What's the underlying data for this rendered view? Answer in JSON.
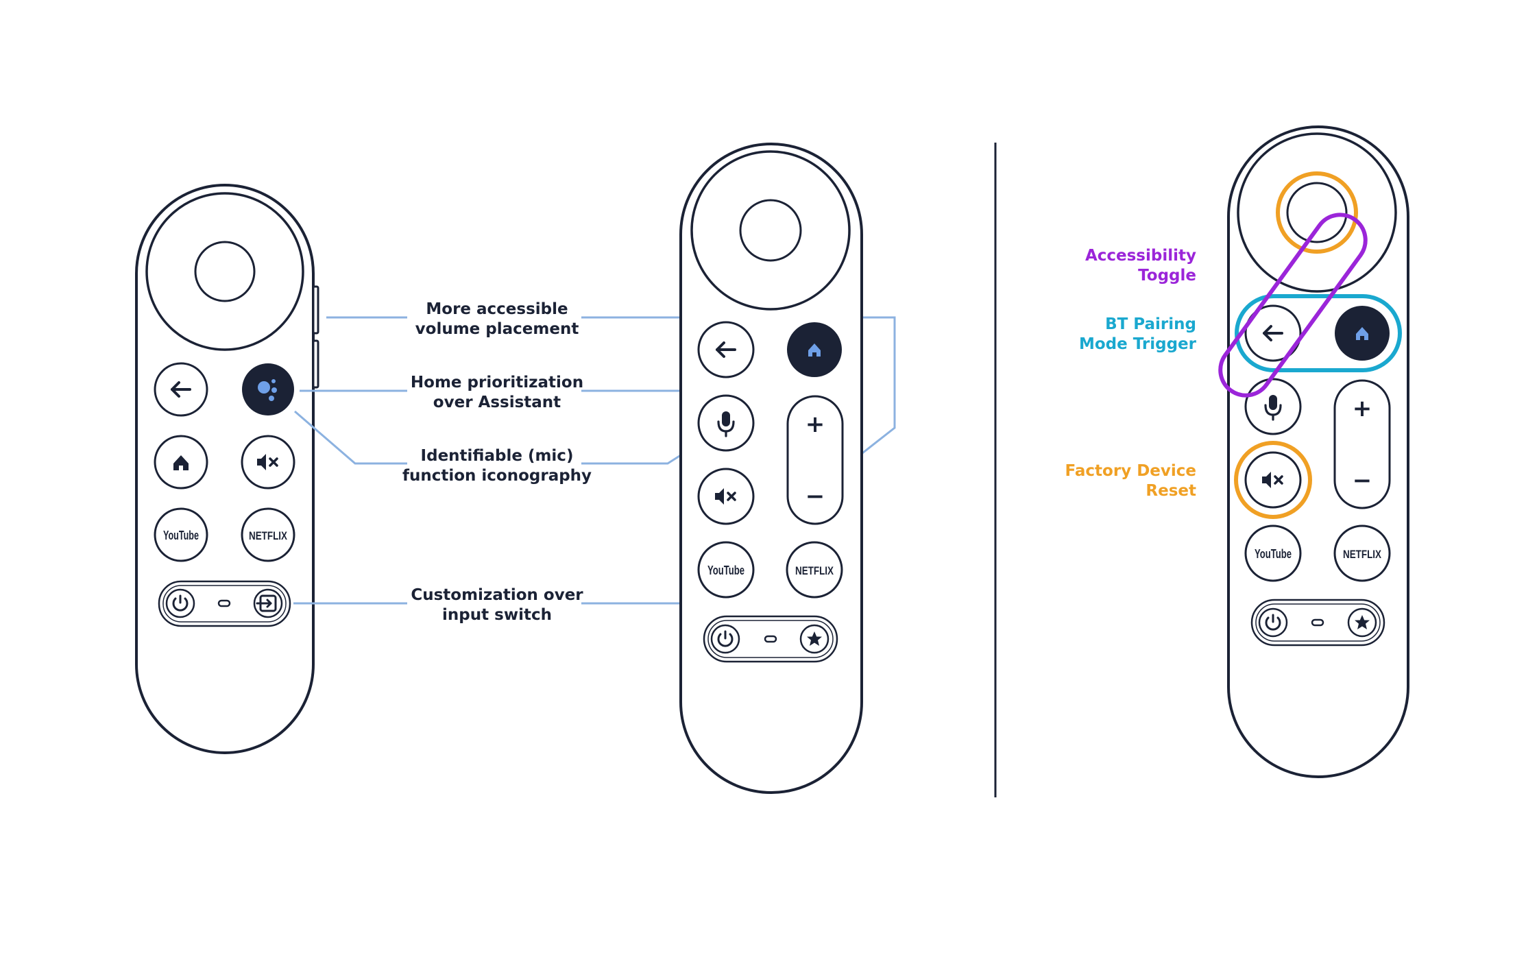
{
  "colors": {
    "outline": "#1b2235",
    "callout_line": "#8cb2e0",
    "accent_blue": "#5b8fd8",
    "divider": "#1b2235",
    "accessibility": "#9b25d9",
    "bt_pairing": "#1aa8cf",
    "factory_reset": "#f0a024"
  },
  "callouts": [
    {
      "line1": "More accessible",
      "line2": "volume placement"
    },
    {
      "line1": "Home prioritization",
      "line2": "over Assistant"
    },
    {
      "line1": "Identifiable (mic)",
      "line2": "function iconography"
    },
    {
      "line1": "Customization over",
      "line2": "input switch"
    }
  ],
  "side_labels": {
    "accessibility": {
      "line1": "Accessibility",
      "line2": "Toggle"
    },
    "bt_pairing": {
      "line1": "BT Pairing",
      "line2": "Mode Trigger"
    },
    "factory_reset": {
      "line1": "Factory Device",
      "line2": "Reset"
    }
  },
  "remotes": {
    "old": {
      "buttons": [
        "back-arrow-icon",
        "google-assistant-icon",
        "home-icon",
        "mute-icon",
        "youtube-button",
        "netflix-button"
      ],
      "bottom_bar": [
        "power-icon",
        "led-indicator",
        "input-switch-icon"
      ]
    },
    "new": {
      "buttons": [
        "back-arrow-icon",
        "home-icon",
        "mic-icon",
        "mute-icon",
        "volume-rocker",
        "youtube-button",
        "netflix-button"
      ],
      "bottom_bar": [
        "power-icon",
        "led-indicator",
        "star-icon"
      ]
    },
    "annotated": {
      "buttons": [
        "back-arrow-icon",
        "home-icon",
        "mic-icon",
        "mute-icon",
        "volume-rocker",
        "youtube-button",
        "netflix-button"
      ],
      "bottom_bar": [
        "power-icon",
        "led-indicator",
        "star-icon"
      ]
    }
  },
  "brand_labels": {
    "youtube": "YouTube",
    "netflix": "NETFLIX"
  },
  "volume_labels": {
    "plus": "+",
    "minus": "−"
  }
}
